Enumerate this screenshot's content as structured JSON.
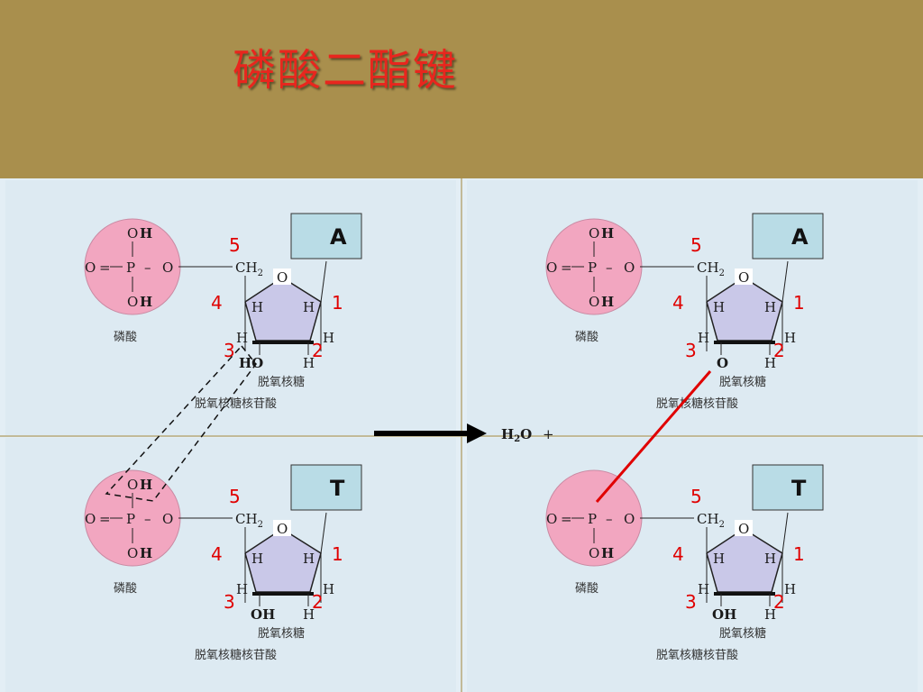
{
  "title": "磷酸二酯键",
  "phosphate": {
    "caption": "磷酸",
    "oh_o": "O",
    "oh_h": "H",
    "o_eq": "O",
    "p": "P",
    "o_right": "O",
    "dash": "–",
    "eq": "="
  },
  "sugar": {
    "ch2": "CH",
    "ch2_sub": "2",
    "ring_o": "O",
    "h": "H",
    "ho": "HO",
    "o": "O",
    "oh": "OH",
    "caption": "脱氧核糖"
  },
  "nucleotide_caption": "脱氧核糖核苷酸",
  "carbon_numbers": [
    "5",
    "4",
    "1",
    "3",
    "2"
  ],
  "bases": [
    "A",
    "T"
  ],
  "reaction": {
    "water_h": "H",
    "water_sub": "2",
    "water_o": "O",
    "plus": "+"
  },
  "colors": {
    "header": "#a98f4d",
    "title": "#e8261e",
    "phosphate_fill": "#f2a6c0",
    "ring_fill": "#c9c8e8",
    "base_box": "#b9dce6",
    "bond_line": "#e00000"
  }
}
